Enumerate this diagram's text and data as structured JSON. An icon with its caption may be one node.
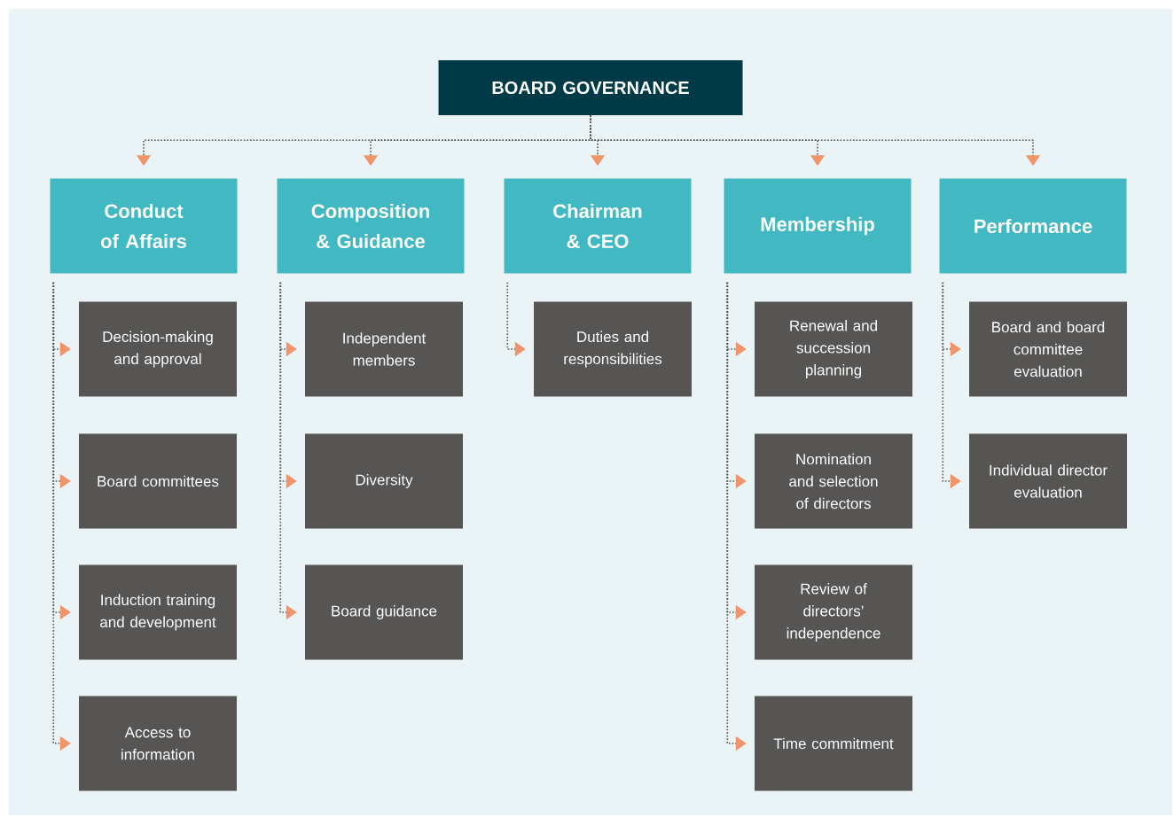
{
  "diagram": {
    "nodes": [
      {
        "text": [
          "BOARD GOVERNANCE"
        ]
      },
      {
        "text": [
          "Conduct of Affairs"
        ]
      },
      {
        "text": [
          "Composition & Guidance"
        ]
      },
      {
        "text": [
          "Chairman & CEO"
        ]
      },
      {
        "text": [
          "Membership"
        ]
      },
      {
        "text": [
          "Performance"
        ]
      },
      {
        "text": [
          "Decision-making and approval"
        ]
      },
      {
        "text": [
          "Board committees"
        ]
      },
      {
        "text": [
          "Induction training and development"
        ]
      },
      {
        "text": [
          "Access to information"
        ]
      },
      {
        "text": [
          "Independent members"
        ]
      },
      {
        "text": [
          "Diversity"
        ]
      },
      {
        "text": [
          "Board guidance"
        ]
      },
      {
        "text": [
          "Duties and responsibilities"
        ]
      },
      {
        "text": [
          "Renewal and succession planning"
        ]
      },
      {
        "text": [
          "Nomination and selection of directors"
        ]
      },
      {
        "text": [
          "Review of directors’ independence"
        ]
      },
      {
        "text": [
          "Time commitment"
        ]
      },
      {
        "text": [
          "Board and board committee evaluation"
        ]
      },
      {
        "text": [
          "Individual director evaluation"
        ]
      }
    ],
    "edges": [
      {
        "from": 0,
        "to": 1,
        "arrow": "to"
      },
      {
        "from": 0,
        "to": 2,
        "arrow": "to"
      },
      {
        "from": 0,
        "to": 3,
        "arrow": "to"
      },
      {
        "from": 0,
        "to": 4,
        "arrow": "to"
      },
      {
        "from": 0,
        "to": 5,
        "arrow": "to"
      },
      {
        "from": 1,
        "to": 6,
        "arrow": "to"
      },
      {
        "from": 1,
        "to": 7,
        "arrow": "to"
      },
      {
        "from": 1,
        "to": 8,
        "arrow": "to"
      },
      {
        "from": 1,
        "to": 9,
        "arrow": "to"
      },
      {
        "from": 2,
        "to": 10,
        "arrow": "to"
      },
      {
        "from": 2,
        "to": 11,
        "arrow": "to"
      },
      {
        "from": 2,
        "to": 12,
        "arrow": "to"
      },
      {
        "from": 3,
        "to": 13,
        "arrow": "to"
      },
      {
        "from": 4,
        "to": 14,
        "arrow": "to"
      },
      {
        "from": 4,
        "to": 15,
        "arrow": "to"
      },
      {
        "from": 4,
        "to": 16,
        "arrow": "to"
      },
      {
        "from": 4,
        "to": 17,
        "arrow": "to"
      },
      {
        "from": 5,
        "to": 18,
        "arrow": "to"
      },
      {
        "from": 5,
        "to": 19,
        "arrow": "to"
      }
    ]
  }
}
